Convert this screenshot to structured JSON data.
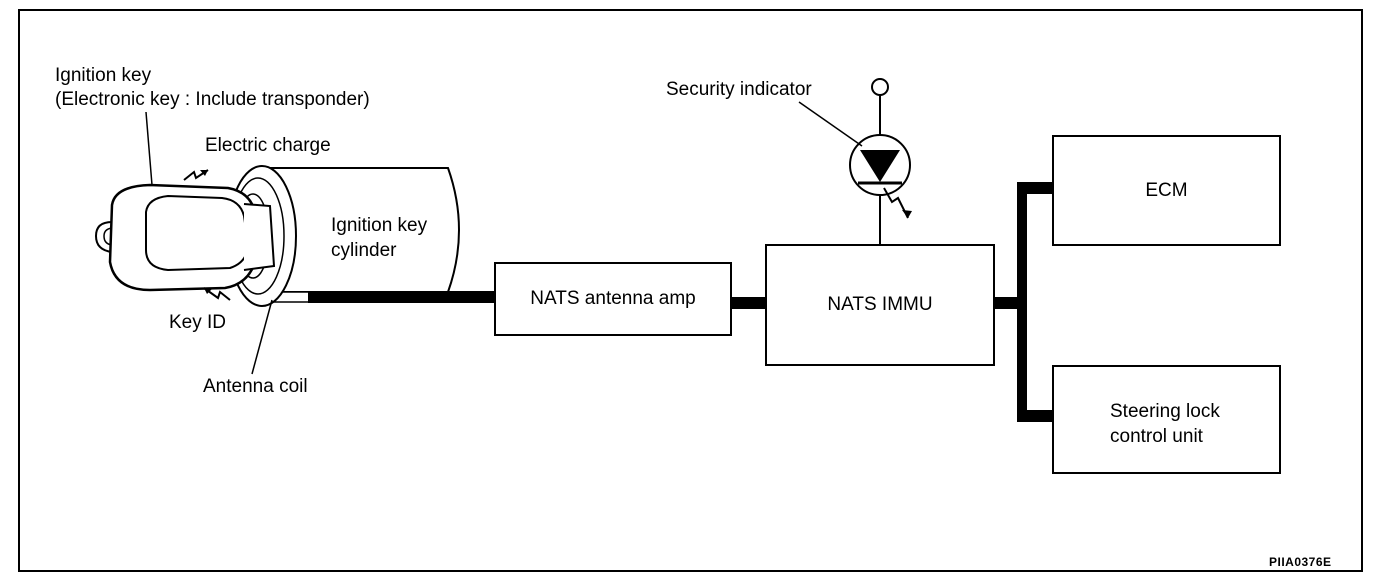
{
  "labels": {
    "ignition_key_line1": "Ignition key",
    "ignition_key_line2": "(Electronic key : Include transponder)",
    "electric_charge": "Electric charge",
    "key_cylinder_line1": "Ignition key",
    "key_cylinder_line2": "cylinder",
    "key_id": "Key ID",
    "antenna_coil": "Antenna coil",
    "security_indicator": "Security indicator"
  },
  "blocks": {
    "antenna_amp": "NATS antenna amp",
    "immu": "NATS IMMU",
    "ecm": "ECM",
    "steering_line1": "Steering lock",
    "steering_line2": "control unit"
  },
  "reference_code": "PIIA0376E"
}
